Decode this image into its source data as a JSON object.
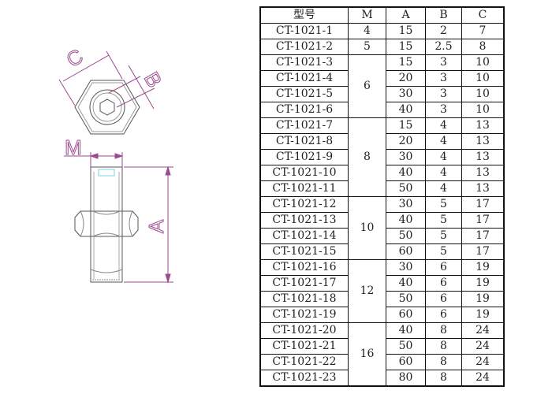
{
  "drawing": {
    "labels": {
      "c": "C",
      "b": "B",
      "m": "M",
      "a": "A"
    },
    "dimension_color": "#9b4a8f"
  },
  "table": {
    "headers": [
      "型号",
      "M",
      "A",
      "B",
      "C"
    ],
    "rows": [
      {
        "model": "CT-1021-1",
        "m": "4",
        "a": "15",
        "b": "2",
        "c": "7"
      },
      {
        "model": "CT-1021-2",
        "m": "5",
        "a": "15",
        "b": "2.5",
        "c": "8"
      },
      {
        "model": "CT-1021-3",
        "m": "6",
        "a": "15",
        "b": "3",
        "c": "10"
      },
      {
        "model": "CT-1021-4",
        "a": "20",
        "b": "3",
        "c": "10"
      },
      {
        "model": "CT-1021-5",
        "a": "30",
        "b": "3",
        "c": "10"
      },
      {
        "model": "CT-1021-6",
        "a": "40",
        "b": "3",
        "c": "10"
      },
      {
        "model": "CT-1021-7",
        "m": "8",
        "a": "15",
        "b": "4",
        "c": "13"
      },
      {
        "model": "CT-1021-8",
        "a": "20",
        "b": "4",
        "c": "13"
      },
      {
        "model": "CT-1021-9",
        "a": "30",
        "b": "4",
        "c": "13"
      },
      {
        "model": "CT-1021-10",
        "a": "40",
        "b": "4",
        "c": "13"
      },
      {
        "model": "CT-1021-11",
        "a": "50",
        "b": "4",
        "c": "13"
      },
      {
        "model": "CT-1021-12",
        "m": "10",
        "a": "30",
        "b": "5",
        "c": "17"
      },
      {
        "model": "CT-1021-13",
        "a": "40",
        "b": "5",
        "c": "17"
      },
      {
        "model": "CT-1021-14",
        "a": "50",
        "b": "5",
        "c": "17"
      },
      {
        "model": "CT-1021-15",
        "a": "60",
        "b": "5",
        "c": "17"
      },
      {
        "model": "CT-1021-16",
        "m": "12",
        "a": "30",
        "b": "6",
        "c": "19"
      },
      {
        "model": "CT-1021-17",
        "a": "40",
        "b": "6",
        "c": "19"
      },
      {
        "model": "CT-1021-18",
        "a": "50",
        "b": "6",
        "c": "19"
      },
      {
        "model": "CT-1021-19",
        "a": "60",
        "b": "6",
        "c": "19"
      },
      {
        "model": "CT-1021-20",
        "m": "16",
        "a": "40",
        "b": "8",
        "c": "24"
      },
      {
        "model": "CT-1021-21",
        "a": "50",
        "b": "8",
        "c": "24"
      },
      {
        "model": "CT-1021-22",
        "a": "60",
        "b": "8",
        "c": "24"
      },
      {
        "model": "CT-1021-23",
        "a": "80",
        "b": "8",
        "c": "24"
      }
    ],
    "m_rowspans": [
      1,
      1,
      4,
      0,
      0,
      0,
      5,
      0,
      0,
      0,
      0,
      4,
      0,
      0,
      0,
      4,
      0,
      0,
      0,
      4,
      0,
      0,
      0
    ]
  }
}
